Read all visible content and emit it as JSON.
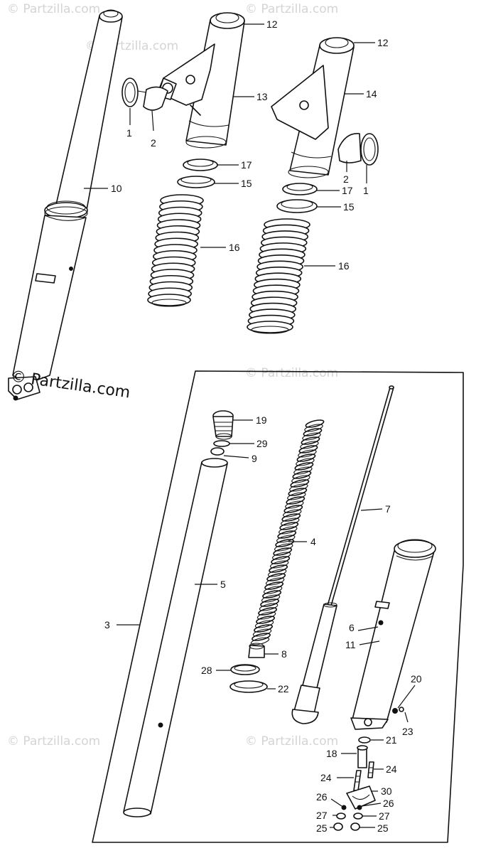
{
  "copyright": "© Partzilla.com",
  "watermark": "© Partzilla.com",
  "callouts": {
    "c1a": "1",
    "c2a": "2",
    "c12a": "12",
    "c13": "13",
    "c17a": "17",
    "c15a": "15",
    "c16a": "16",
    "c10": "10",
    "c12b": "12",
    "c14": "14",
    "c2b": "2",
    "c1b": "1",
    "c17b": "17",
    "c15b": "15",
    "c16b": "16",
    "c19": "19",
    "c29": "29",
    "c9": "9",
    "c7": "7",
    "c4": "4",
    "c5": "5",
    "c3": "3",
    "c6": "6",
    "c11": "11",
    "c8": "8",
    "c28": "28",
    "c22": "22",
    "c20": "20",
    "c21": "21",
    "c23": "23",
    "c18": "18",
    "c24a": "24",
    "c24b": "24",
    "c30": "30",
    "c26a": "26",
    "c26b": "26",
    "c27a": "27",
    "c27b": "27",
    "c25a": "25",
    "c25b": "25"
  }
}
